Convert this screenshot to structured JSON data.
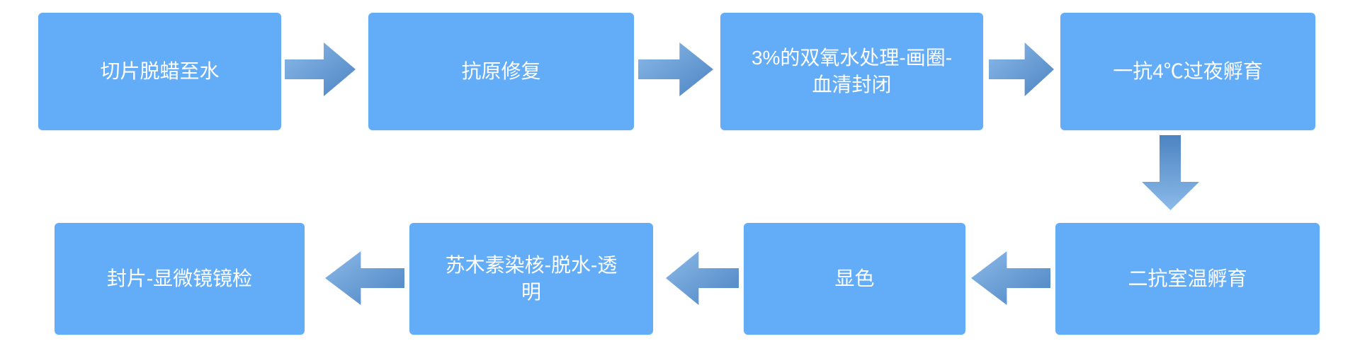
{
  "flowchart": {
    "description": "immunohistochemistry-protocol-flowchart",
    "rows": [
      {
        "direction": "left-to-right",
        "steps": [
          "切片脱蜡至水",
          "抗原修复",
          "3%的双氧水处理-画圈-\n血清封闭",
          "一抗4℃过夜孵育"
        ]
      },
      {
        "direction": "right-to-left",
        "steps": [
          "二抗室温孵育",
          "显色",
          "苏木素染核-脱水-透\n明",
          "封片-显微镜镜检"
        ]
      }
    ],
    "colors": {
      "box_fill": "#63ADF8",
      "box_text": "#FFFFFF",
      "arrow_gradient_light": "#8CBAE9",
      "arrow_gradient_dark": "#4C84C2"
    }
  }
}
